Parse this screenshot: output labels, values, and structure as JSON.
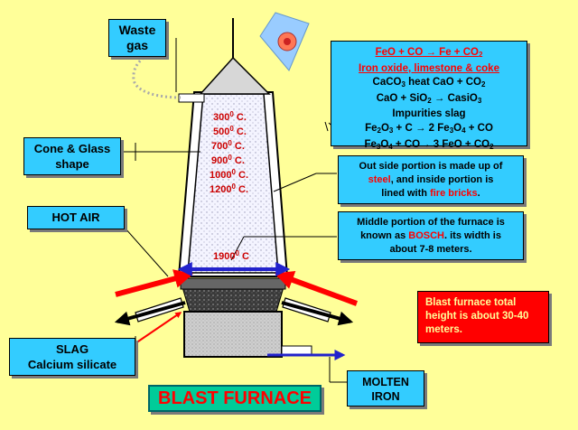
{
  "labels": {
    "waste_gas": [
      "Waste",
      "gas"
    ],
    "cone_glass": [
      "Cone & Glass",
      "shape"
    ],
    "hot_air": "HOT AIR",
    "slag": [
      "SLAG",
      "Calcium silicate"
    ],
    "molten_iron": [
      "MOLTEN",
      "IRON"
    ],
    "title": "BLAST FURNACE"
  },
  "reactions": {
    "line1": [
      "FeO + CO ",
      "→",
      " Fe + CO",
      "2"
    ],
    "line2": "Iron oxide, limestone & coke",
    "line3": [
      "CaCO",
      "3",
      " heat CaO + CO",
      "2"
    ],
    "line4": [
      "CaO + SiO",
      "2",
      "  ",
      "→",
      " CasiO",
      "3"
    ],
    "line5": "Impurities slag",
    "line6": [
      "Fe",
      "2",
      "O",
      "3",
      " + C ",
      "→",
      " 2 Fe",
      "3",
      "O",
      "4",
      " + CO"
    ],
    "line7": [
      "Fe",
      "3",
      "O",
      "4",
      " + CO",
      "→",
      " 3 FeO + CO",
      "2"
    ]
  },
  "outside_note": {
    "part1": "Out side portion is made up of",
    "steel": "steel",
    "part2": ", and inside portion is",
    "part3": "lined with ",
    "fire_bricks": "fire bricks",
    "part4": "."
  },
  "bosch_note": {
    "part1": "Middle portion of the furnace is",
    "part2": "known as ",
    "bosch": "BOSCH",
    "part3": ". its width is",
    "part4": "about 7-8 meters."
  },
  "height_note": [
    "Blast furnace total",
    "height is about 30-40",
    "meters."
  ],
  "temperatures": [
    {
      "value": "300",
      "sup": "0",
      "unit": " C."
    },
    {
      "value": "500",
      "sup": "0",
      "unit": " C."
    },
    {
      "value": "700",
      "sup": "0",
      "unit": " C."
    },
    {
      "value": "900",
      "sup": "0",
      "unit": " C."
    },
    {
      "value": "1000",
      "sup": "0",
      "unit": " C."
    },
    {
      "value": "1200",
      "sup": "0",
      "unit": " C."
    }
  ],
  "bosch_temp": {
    "value": "1900",
    "sup": "0",
    "unit": " C"
  },
  "colors": {
    "background": "#FFFF99",
    "label_box": "#33CCFF",
    "red_box": "#FF0000",
    "title_text": "#FF0000",
    "title_box": "#00CC99",
    "blue_arrow": "#2222CC",
    "red_arrow": "#FF0000"
  }
}
